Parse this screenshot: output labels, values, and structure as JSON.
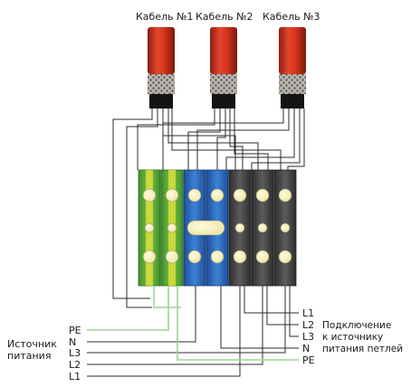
{
  "cables": {
    "c1": {
      "label": "Кабель №1"
    },
    "c2": {
      "label": "Кабель №2"
    },
    "c3": {
      "label": "Кабель №3"
    }
  },
  "left_terminals": {
    "caption_line1": "Источник",
    "caption_line2": "питания",
    "pe": "PE",
    "n": "N",
    "l3": "L3",
    "l2": "L2",
    "l1": "L1"
  },
  "right_terminals": {
    "caption_line1": "Подключение",
    "caption_line2": "к источнику",
    "caption_line3": "питания петлей",
    "l1": "L1",
    "l2": "L2",
    "l3": "L3",
    "n": "N",
    "pe": "PE"
  },
  "colors": {
    "cable_jacket": "#d9351e",
    "cable_braid": "#b9b4ae",
    "cable_core": "#141414",
    "terminal_pe_green": "#5aa83a",
    "terminal_pe_yellow": "#e6e23a",
    "terminal_n_blue": "#2f6cc0",
    "terminal_phase_gray": "#4a4a4a",
    "wire_pe": "#9fd29a",
    "wire_phase": "#2b2b2b"
  }
}
